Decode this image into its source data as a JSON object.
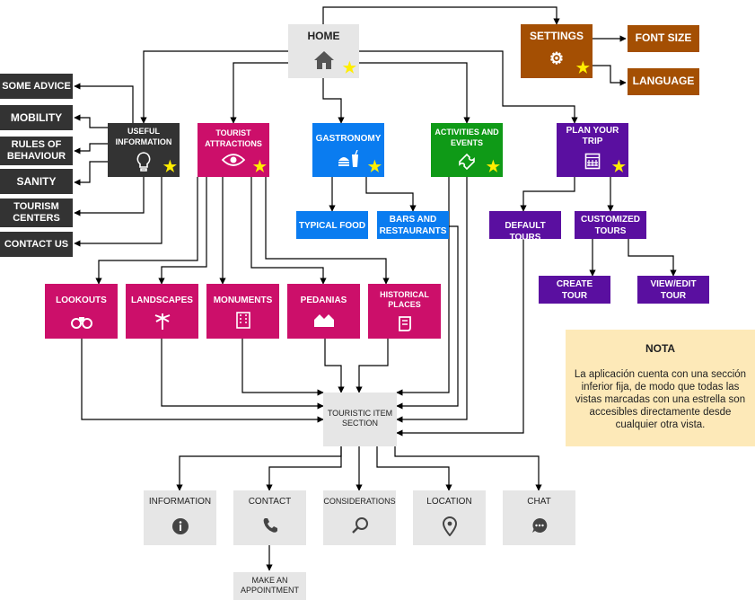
{
  "home": {
    "label": "HOME",
    "icon": "home-icon"
  },
  "settings": {
    "label": "SETTINGS",
    "icon": "gears-icon"
  },
  "font_size": {
    "label": "FONT SIZE"
  },
  "language": {
    "label": "LANGUAGE"
  },
  "useful_information": {
    "label": "USEFUL\nINFORMATION",
    "icon": "lightbulb-icon"
  },
  "useful_children": [
    "SOME ADVICE",
    "MOBILITY",
    "RULES OF\nBEHAVIOUR",
    "SANITY",
    "TOURISM\nCENTERS",
    "CONTACT US"
  ],
  "tourist_attractions": {
    "label": "TOURIST\nATTRACTIONS",
    "icon": "eye-icon"
  },
  "attractions_children": [
    {
      "label": "LOOKOUTS",
      "icon": "binoculars-icon"
    },
    {
      "label": "LANDSCAPES",
      "icon": "palm-tree-icon"
    },
    {
      "label": "MONUMENTS",
      "icon": "building-icon"
    },
    {
      "label": "PEDANIAS",
      "icon": "houses-icon"
    },
    {
      "label": "HISTORICAL\nPLACES",
      "icon": "scroll-icon"
    }
  ],
  "gastronomy": {
    "label": "GASTRONOMY",
    "icon": "food-icon"
  },
  "typical_food": {
    "label": "TYPICAL FOOD"
  },
  "bars_restaurants": {
    "label": "BARS AND\nRESTAURANTS"
  },
  "activities_events": {
    "label": "ACTIVITIES AND\nEVENTS",
    "icon": "ticket-icon"
  },
  "plan_trip": {
    "label": "PLAN YOUR\nTRIP",
    "icon": "calendar-icon"
  },
  "default_tours": {
    "label": "DEFAULT TOURS"
  },
  "customized_tours": {
    "label": "CUSTOMIZED\nTOURS"
  },
  "create_tour": {
    "label": "CREATE\nTOUR"
  },
  "view_edit_tour": {
    "label": "VIEW/EDIT\nTOUR"
  },
  "touristic_item": {
    "label": "TOURISTIC ITEM\nSECTION"
  },
  "item_children": [
    {
      "label": "INFORMATION",
      "icon": "info-icon"
    },
    {
      "label": "CONTACT",
      "icon": "phone-icon"
    },
    {
      "label": "CONSIDERATIONS",
      "icon": "search-icon"
    },
    {
      "label": "LOCATION",
      "icon": "location-pin-icon"
    },
    {
      "label": "CHAT",
      "icon": "chat-icon"
    }
  ],
  "make_appointment": {
    "label": "MAKE AN\nAPPOINTMENT"
  },
  "nota": {
    "title": "NOTA",
    "text": "La aplicación cuenta con una sección inferior fija, de modo que todas las vistas marcadas con una estrella son accesibles directamente desde cualquier otra vista."
  },
  "colors": {
    "home": "#e6e6e6",
    "settings": "#a44f03",
    "useful": "#333333",
    "attractions": "#cc0f6a",
    "gastronomy": "#0a7cf0",
    "activities": "#0f9a17",
    "plan": "#5a0fa0",
    "nota": "#fde9b8",
    "star": "#ffee00"
  }
}
